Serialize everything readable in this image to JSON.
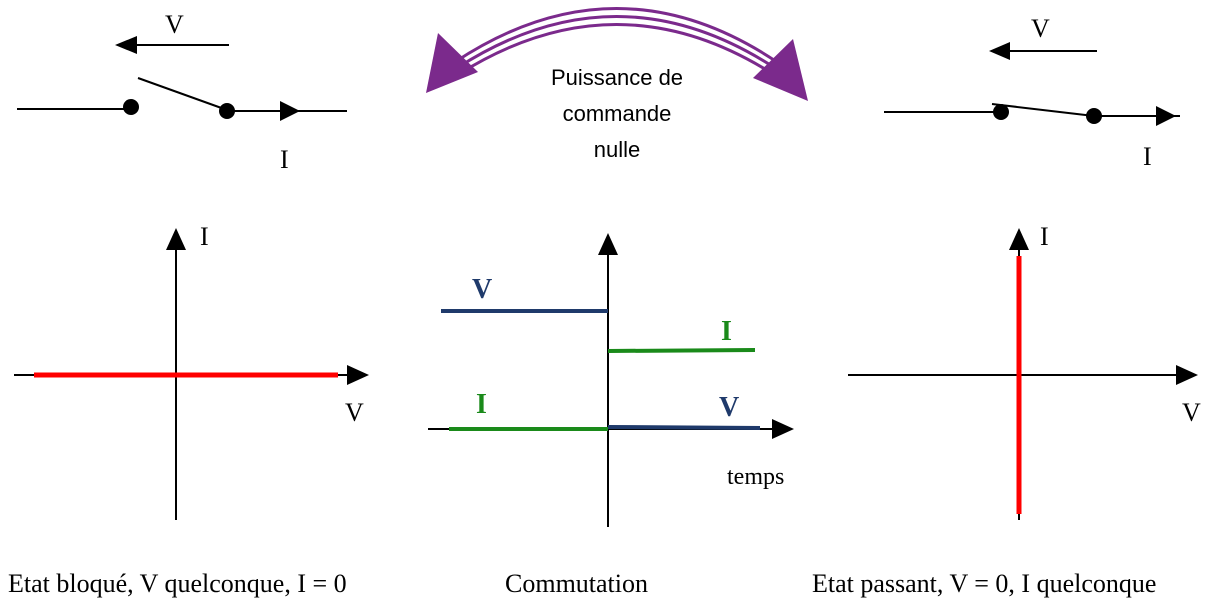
{
  "left_switch": {
    "voltage_label": "V",
    "current_label": "I"
  },
  "right_switch": {
    "voltage_label": "V",
    "current_label": "I"
  },
  "control_arrow": {
    "line1": "Puissance de",
    "line2": "commande",
    "line3": "nulle",
    "color": "#7B2A8C"
  },
  "left_graph": {
    "y_label": "I",
    "x_label": "V",
    "caption": "Etat bloqué, V quelconque, I = 0"
  },
  "middle_graph": {
    "v_before": "V",
    "i_after": "I",
    "i_before": "I",
    "v_after": "V",
    "x_label": "temps",
    "caption": "Commutation"
  },
  "right_graph": {
    "y_label": "I",
    "x_label": "V",
    "caption": "Etat passant, V = 0, I quelconque"
  },
  "colors": {
    "state_line": "#FF0000",
    "voltage": "#1F3A6B",
    "current": "#1A8A1A",
    "axis": "#000000"
  }
}
